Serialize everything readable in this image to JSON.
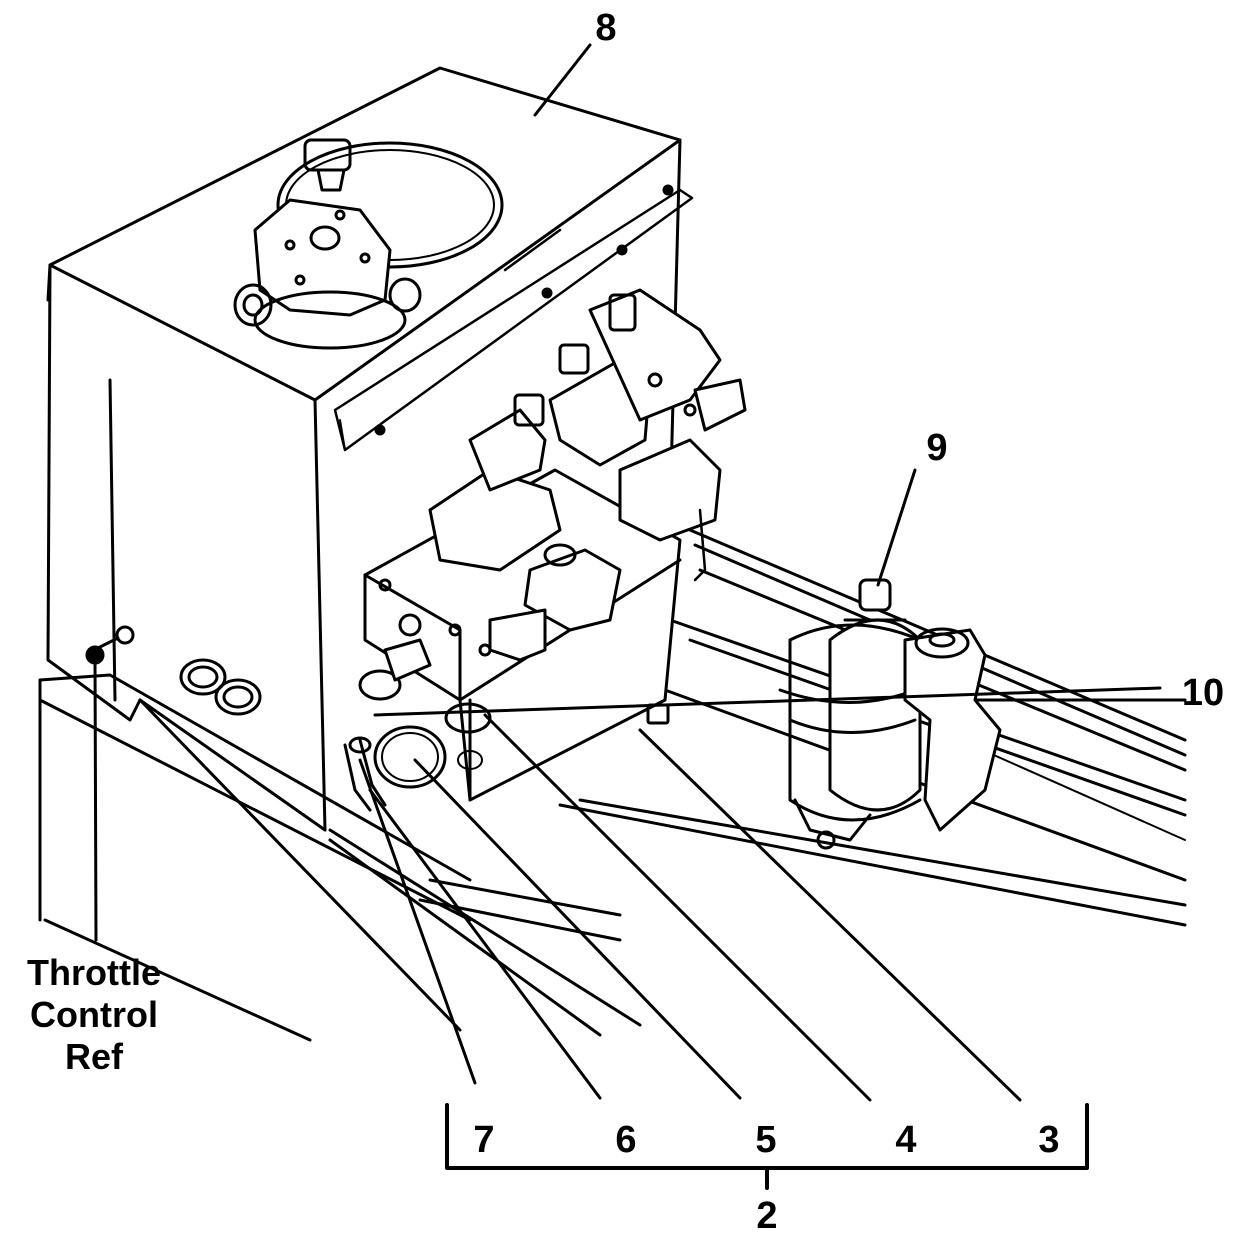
{
  "callouts": {
    "c2": "2",
    "c3": "3",
    "c4": "4",
    "c5": "5",
    "c6": "6",
    "c7": "7",
    "c8": "8",
    "c9": "9",
    "c10": "10",
    "throttle": [
      "Throttle",
      "Control",
      "Ref"
    ]
  },
  "colors": {
    "ink": "#000000",
    "background": "#ffffff"
  }
}
